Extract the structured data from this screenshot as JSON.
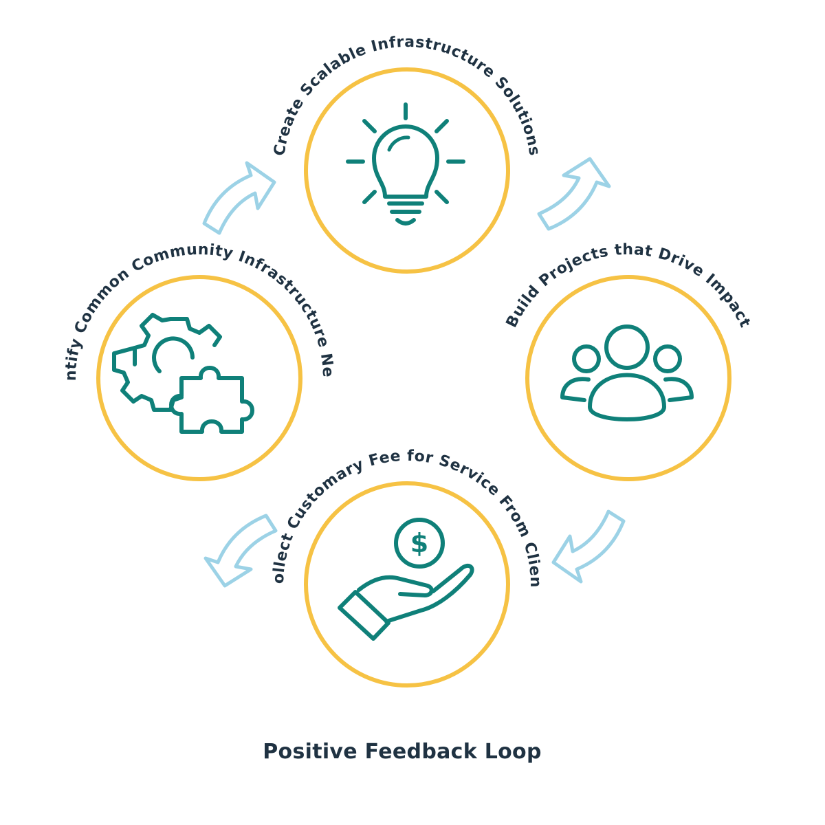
{
  "diagram": {
    "title": "Positive Feedback Loop",
    "steps": [
      {
        "label": "Create Scalable Infrastructure Solutions",
        "icon": "lightbulb-icon"
      },
      {
        "label": "Build Projects that Drive Impact",
        "icon": "people-group-icon"
      },
      {
        "label": "Collect Customary Fee for Service From Client",
        "icon": "hand-holding-dollar-icon"
      },
      {
        "label": "Identify Common Community Infrastructure Needs",
        "icon": "gears-puzzle-icon"
      }
    ],
    "dollar_symbol": "$",
    "colors": {
      "ring": "#F6C244",
      "icon": "#0F8079",
      "arrow": "#9CD2E6",
      "text": "#1F3242"
    }
  }
}
